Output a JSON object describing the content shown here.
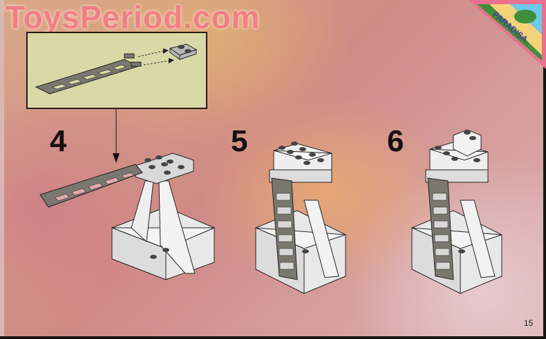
{
  "watermark": "ToysPeriod.com",
  "corner_logo": {
    "text": "PARADISA",
    "colors": {
      "border": "#e9708e",
      "fill_top": "#6ec8e8",
      "fill_bottom": "#3f8f3a",
      "text": "#4a3a9a"
    }
  },
  "callout": {
    "description": "ladder attaches to hinge plate",
    "background": "#d9d8a6"
  },
  "steps": [
    {
      "number": "4"
    },
    {
      "number": "5"
    },
    {
      "number": "6"
    }
  ],
  "page_number": "15",
  "colors": {
    "bg_warm": "#e4a871",
    "bg_pink": "#cf8a86",
    "bg_light": "#e2c4c6",
    "ladder": "#7a776f",
    "brick": "#e6e6e6",
    "outline": "#222222"
  }
}
